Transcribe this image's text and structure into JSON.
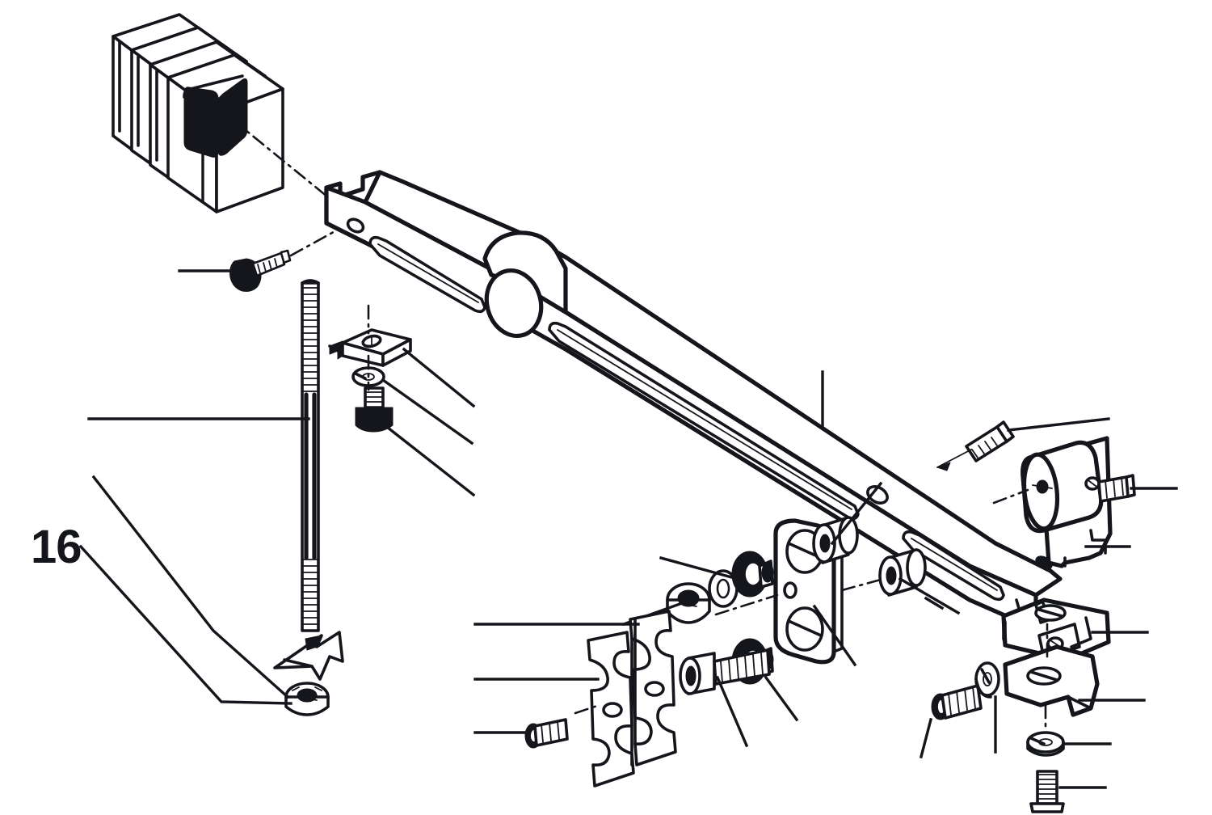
{
  "figure": {
    "number": "16",
    "title": "",
    "style": "exploded-assembly-line-drawing",
    "background_color": "#ffffff",
    "line_color": "#14161c",
    "fill_color": "#14161c"
  },
  "labels": [
    {
      "id": "fig-number",
      "text": "16"
    }
  ],
  "parts": [
    {
      "key": "pad_stack",
      "name": "stacked-square-pads",
      "callout": ""
    },
    {
      "key": "pan_screw_tl",
      "name": "pan-head-phillips-screw",
      "callout": ""
    },
    {
      "key": "threaded_rod",
      "name": "threaded-rod",
      "callout": ""
    },
    {
      "key": "hex_nut_rod",
      "name": "hex-lock-nut",
      "callout": ""
    },
    {
      "key": "arrow_marker",
      "name": "assembly-direction-arrow",
      "callout": ""
    },
    {
      "key": "clip_nut",
      "name": "u-clip-nut",
      "callout": ""
    },
    {
      "key": "lock_washer_a",
      "name": "split-lock-washer",
      "callout": ""
    },
    {
      "key": "shoulder_stud",
      "name": "shoulder-stud",
      "callout": ""
    },
    {
      "key": "main_arm",
      "name": "main-support-arm",
      "callout": ""
    },
    {
      "key": "hex_nut_ctr",
      "name": "hex-nut",
      "callout": ""
    },
    {
      "key": "flat_washer",
      "name": "flat-washer",
      "callout": ""
    },
    {
      "key": "bearing_upper",
      "name": "ball-bearing-upper",
      "callout": ""
    },
    {
      "key": "bearing_lower",
      "name": "ball-bearing-lower",
      "callout": ""
    },
    {
      "key": "link_plate",
      "name": "two-hole-link-plate",
      "callout": ""
    },
    {
      "key": "bushing_a",
      "name": "spacer-bushing-upper",
      "callout": ""
    },
    {
      "key": "bushing_b",
      "name": "spacer-bushing-lower",
      "callout": ""
    },
    {
      "key": "socket_bolt",
      "name": "socket-head-bolt",
      "callout": ""
    },
    {
      "key": "twin_bracket",
      "name": "scalloped-twin-plate-bracket",
      "callout": ""
    },
    {
      "key": "screw_bracket",
      "name": "slotted-machine-screw",
      "callout": ""
    },
    {
      "key": "roller",
      "name": "roller-cylinder-bracket",
      "callout": ""
    },
    {
      "key": "set_screw_r",
      "name": "set-screw",
      "callout": ""
    },
    {
      "key": "screw_arm_r",
      "name": "machine-screw-right",
      "callout": ""
    },
    {
      "key": "clamp_block",
      "name": "clamp-block",
      "callout": ""
    },
    {
      "key": "flat_bracket",
      "name": "flat-mounting-bracket",
      "callout": ""
    },
    {
      "key": "lock_washer_b",
      "name": "lock-washer-right",
      "callout": ""
    },
    {
      "key": "screw_br",
      "name": "phillips-screw-bottom-right",
      "callout": ""
    },
    {
      "key": "screw_bl",
      "name": "machine-screw-bottom-left",
      "callout": ""
    },
    {
      "key": "lock_washer_c",
      "name": "lock-washer-bottom",
      "callout": ""
    }
  ],
  "leader_lines": {
    "count": 18,
    "style": "solid-thin",
    "centerline_style": "dash-dot"
  }
}
